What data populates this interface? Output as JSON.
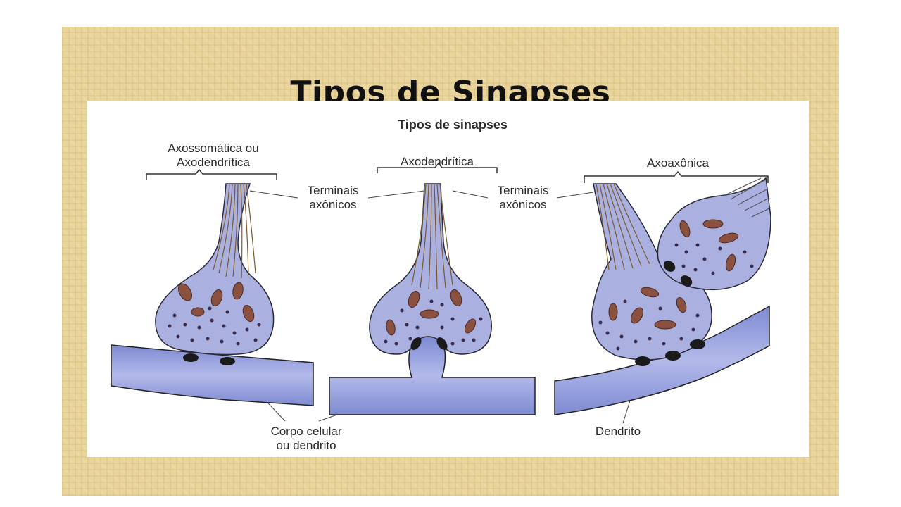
{
  "slide": {
    "title": "Tipos de Sinapses"
  },
  "figure": {
    "title": "Tipos de sinapses",
    "types": {
      "axossomatica_line1": "Axossomática ou",
      "axossomatica_line2": "Axodendrítica",
      "axodendritica": "Axodendrítica",
      "axoaxonica": "Axoaxônica"
    },
    "labels": {
      "terminais_left_line1": "Terminais",
      "terminais_left_line2": "axônicos",
      "terminais_right_line1": "Terminais",
      "terminais_right_line2": "axônicos",
      "corpo_line1": "Corpo celular",
      "corpo_line2": "ou dendrito",
      "dendrito": "Dendrito"
    }
  },
  "colors": {
    "background_texture": "#e9d49a",
    "terminal_fill": "#aab0e0",
    "terminal_stroke": "#2a2a3a",
    "axon_fibers": "#8a6a3a",
    "mitochondria": "#8a5040",
    "vesicles": "#3a2a4a",
    "dendrite_fill": "#8a96d8",
    "contact_dots": "#1a1a1a"
  }
}
